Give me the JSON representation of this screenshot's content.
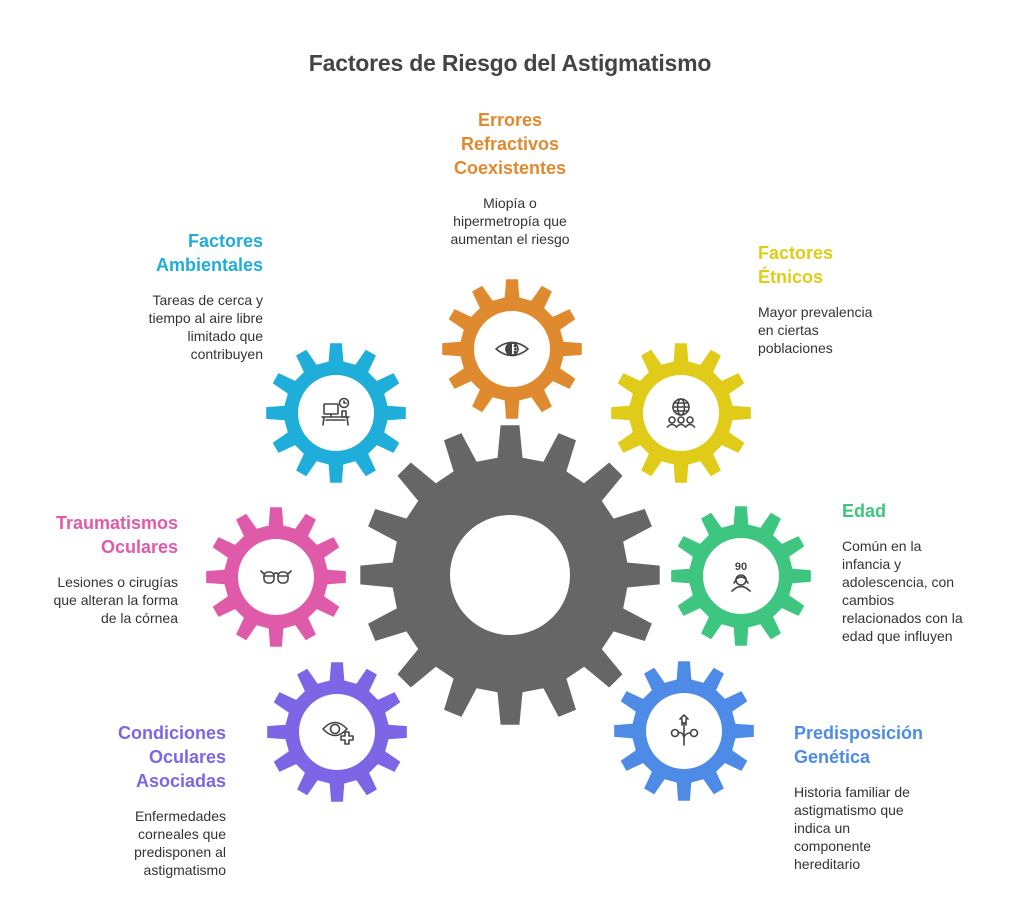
{
  "title": "Factores de Riesgo del Astigmatismo",
  "center_gear": {
    "color": "#666666"
  },
  "factors": [
    {
      "id": "errores",
      "title": "Errores Refractivos Coexistentes",
      "title_lines": [
        "Errores",
        "Refractivos",
        "Coexistentes"
      ],
      "description_lines": [
        "Miopía o",
        "hipermetropía que",
        "aumentan el riesgo"
      ],
      "color": "#E08A30",
      "icon": "eye-contrast-icon"
    },
    {
      "id": "ambientales",
      "title": "Factores Ambientales",
      "title_lines": [
        "Factores",
        "Ambientales"
      ],
      "description_lines": [
        "Tareas de cerca y",
        "tiempo al aire libre",
        "limitado que",
        "contribuyen"
      ],
      "color": "#1FADDA",
      "icon": "desk-computer-clock-icon"
    },
    {
      "id": "etnicos",
      "title": "Factores Étnicos",
      "title_lines": [
        "Factores",
        "Étnicos"
      ],
      "description_lines": [
        "Mayor prevalencia",
        "en ciertas",
        "poblaciones"
      ],
      "color": "#E0CC18",
      "icon": "globe-people-icon"
    },
    {
      "id": "traumatismos",
      "title": "Traumatismos Oculares",
      "title_lines": [
        "Traumatismos",
        "Oculares"
      ],
      "description_lines": [
        "Lesiones o cirugías",
        "que alteran la forma",
        "de la córnea"
      ],
      "color": "#E05AAA",
      "icon": "glasses-icon"
    },
    {
      "id": "edad",
      "title": "Edad",
      "title_lines": [
        "Edad"
      ],
      "description_lines": [
        "Común en la",
        "infancia y",
        "adolescencia, con",
        "cambios",
        "relacionados con la",
        "edad que influyen"
      ],
      "color": "#3EC680",
      "icon": "elderly-person-90-icon",
      "icon_text": "90"
    },
    {
      "id": "condiciones",
      "title": "Condiciones Oculares Asociadas",
      "title_lines": [
        "Condiciones",
        "Oculares",
        "Asociadas"
      ],
      "description_lines": [
        "Enfermedades",
        "corneales que",
        "predisponen al",
        "astigmatismo"
      ],
      "color": "#7D66E6",
      "icon": "eye-plus-icon"
    },
    {
      "id": "genetica",
      "title": "Predisposición Genética",
      "title_lines": [
        "Predisposición",
        "Genética"
      ],
      "description_lines": [
        "Historia familiar de",
        "astigmatismo que",
        "indica un",
        "componente",
        "hereditario"
      ],
      "color": "#4D8BE6",
      "icon": "family-tree-icon"
    }
  ]
}
